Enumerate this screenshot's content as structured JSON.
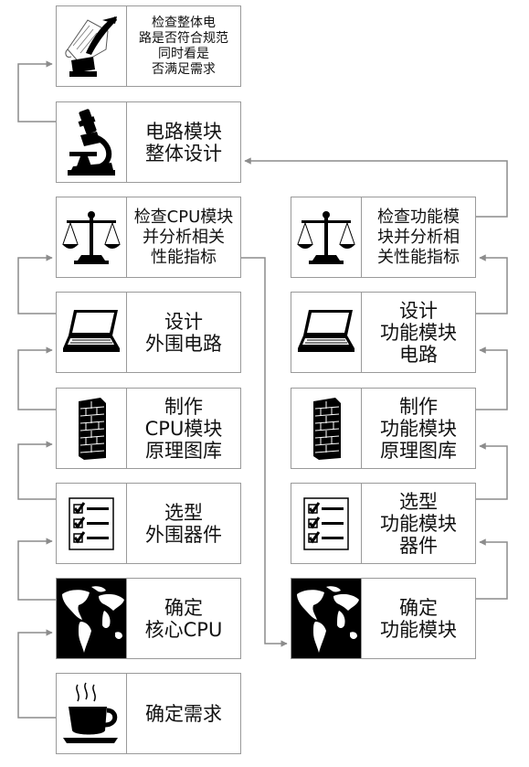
{
  "nodes": {
    "check_whole": {
      "lines": [
        "检查整体电",
        "路是否符合规范",
        "同时看是",
        "否满足需求"
      ],
      "icon": "quill-pen-paper-icon"
    },
    "circuit_design": {
      "lines": [
        "电路模块",
        "整体设计"
      ],
      "icon": "microscope-icon"
    },
    "check_cpu": {
      "lines": [
        "检查CPU模块",
        "并分析相关",
        "性能指标"
      ],
      "icon": "balance-scale-icon"
    },
    "design_peripheral": {
      "lines": [
        "设计",
        "外围电路"
      ],
      "icon": "laptop-icon"
    },
    "make_cpu_lib": {
      "lines": [
        "制作",
        "CPU模块",
        "原理图库"
      ],
      "icon": "brick-wall-icon"
    },
    "select_peripheral": {
      "lines": [
        "选型",
        "外围器件"
      ],
      "icon": "checklist-icon"
    },
    "determine_cpu": {
      "lines": [
        "确定",
        "核心CPU"
      ],
      "icon": "world-map-icon"
    },
    "determine_req": {
      "lines": [
        "确定需求"
      ],
      "icon": "coffee-cup-icon"
    },
    "check_func": {
      "lines": [
        "检查功能模",
        "块并分析相",
        "关性能指标"
      ],
      "icon": "balance-scale-icon"
    },
    "design_func": {
      "lines": [
        "设计",
        "功能模块",
        "电路"
      ],
      "icon": "laptop-icon"
    },
    "make_func_lib": {
      "lines": [
        "制作",
        "功能模块",
        "原理图库"
      ],
      "icon": "brick-wall-icon"
    },
    "select_func": {
      "lines": [
        "选型",
        "功能模块",
        "器件"
      ],
      "icon": "checklist-icon"
    },
    "determine_func": {
      "lines": [
        "确定",
        "功能模块"
      ],
      "icon": "world-map-icon"
    }
  },
  "colors": {
    "border": "#9a9a9a",
    "arrow": "#8c8c8c",
    "text": "#111111",
    "icon": "#000000"
  }
}
